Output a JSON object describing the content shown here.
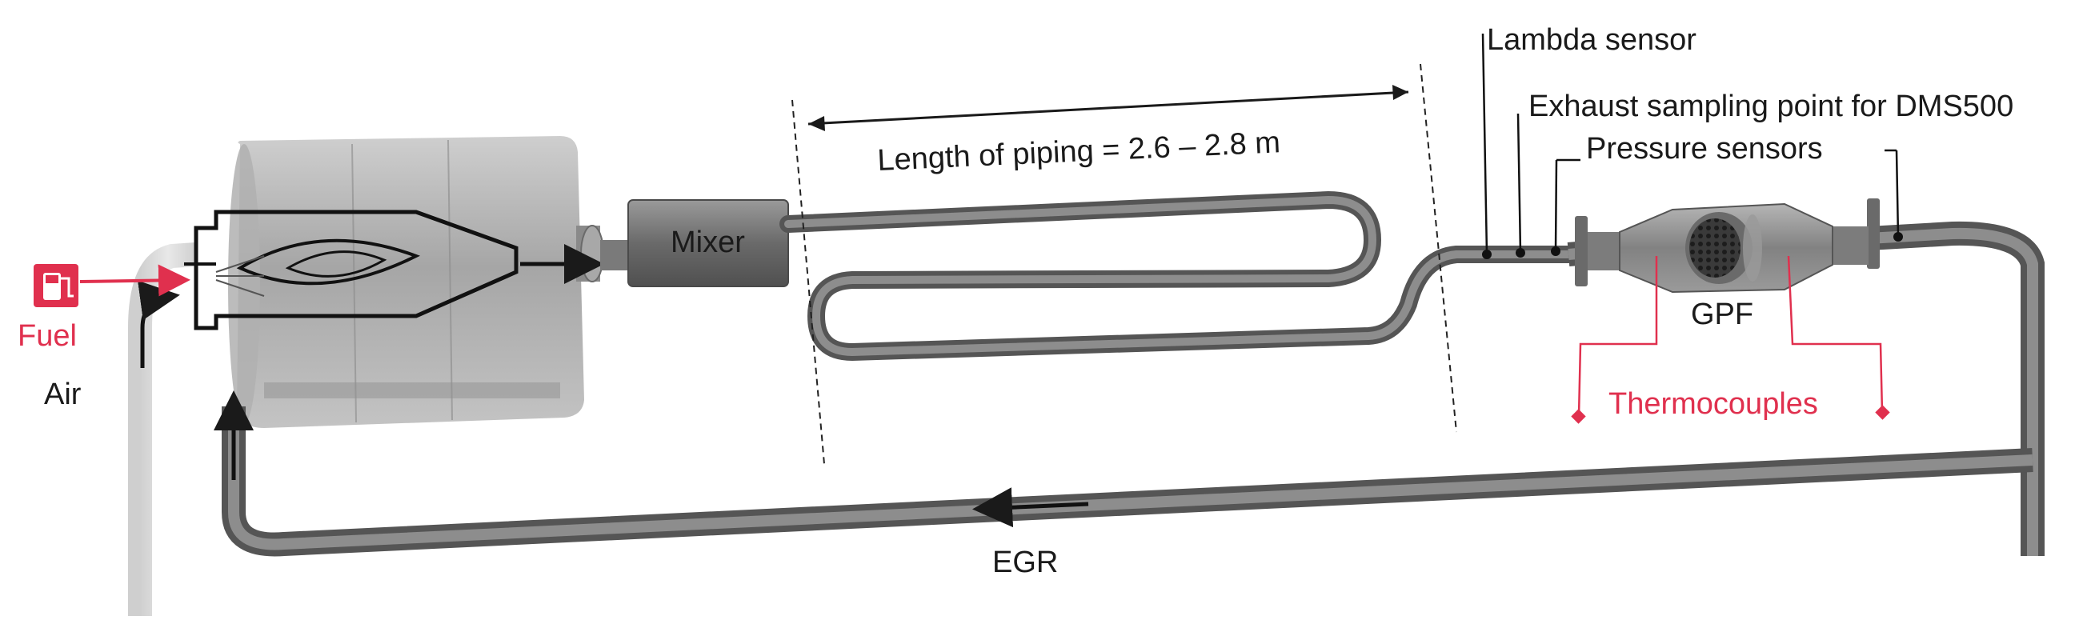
{
  "labels": {
    "fuel": "Fuel",
    "air": "Air",
    "mixer": "Mixer",
    "piping_length": "Length of piping = 2.6 – 2.8 m",
    "lambda_sensor": "Lambda sensor",
    "exhaust_sampling": "Exhaust sampling point for DMS500",
    "pressure_sensors": "Pressure sensors",
    "gpf": "GPF",
    "thermocouples": "Thermocouples",
    "egr": "EGR"
  },
  "colors": {
    "accent_red": "#e0304e",
    "pipe": "#6f6f6f",
    "pipe_highlight": "#9a9a9a",
    "text": "#1a1a1a"
  },
  "icons": {
    "fuel": "fuel-pump-icon",
    "flow_arrow": "arrow-right-icon"
  }
}
